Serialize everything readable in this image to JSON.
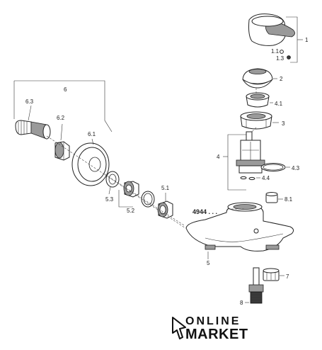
{
  "diagram": {
    "model_code": "4944 . . .",
    "labels": {
      "p1": "1",
      "p1_1": "1.1",
      "p1_3": "1.3",
      "p2": "2",
      "p3": "3",
      "p4": "4",
      "p4_1": "4.1",
      "p4_3": "4.3",
      "p4_4": "4.4",
      "p5": "5",
      "p5_1": "5.1",
      "p5_2": "5.2",
      "p5_3": "5.3",
      "p6": "6",
      "p6_1": "6.1",
      "p6_2": "6.2",
      "p6_3": "6.3",
      "p7": "7",
      "p8": "8",
      "p8_1": "8.1"
    }
  },
  "watermark": {
    "line1": "ONLINE",
    "line2": "MARKET"
  }
}
